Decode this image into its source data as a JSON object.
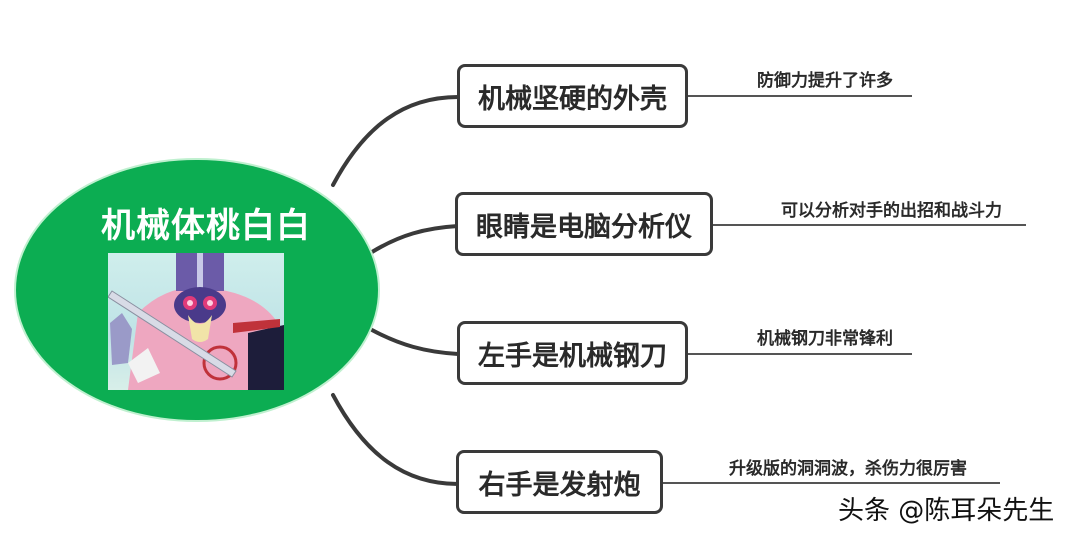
{
  "mindmap": {
    "root": {
      "title": "机械体桃白白",
      "image_alt": "Mercenary Tao cyborg portrait",
      "color": "#0cad52"
    },
    "branches": [
      {
        "label": "机械坚硬的外壳",
        "detail": "防御力提升了许多"
      },
      {
        "label": "眼睛是电脑分析仪",
        "detail": "可以分析对手的出招和战斗力"
      },
      {
        "label": "左手是机械钢刀",
        "detail": "机械钢刀非常锋利"
      },
      {
        "label": "右手是发射炮",
        "detail": "升级版的洞洞波，杀伤力很厉害"
      }
    ],
    "line_color": "#3a3a3a"
  },
  "watermark": "头条 @陈耳朵先生"
}
